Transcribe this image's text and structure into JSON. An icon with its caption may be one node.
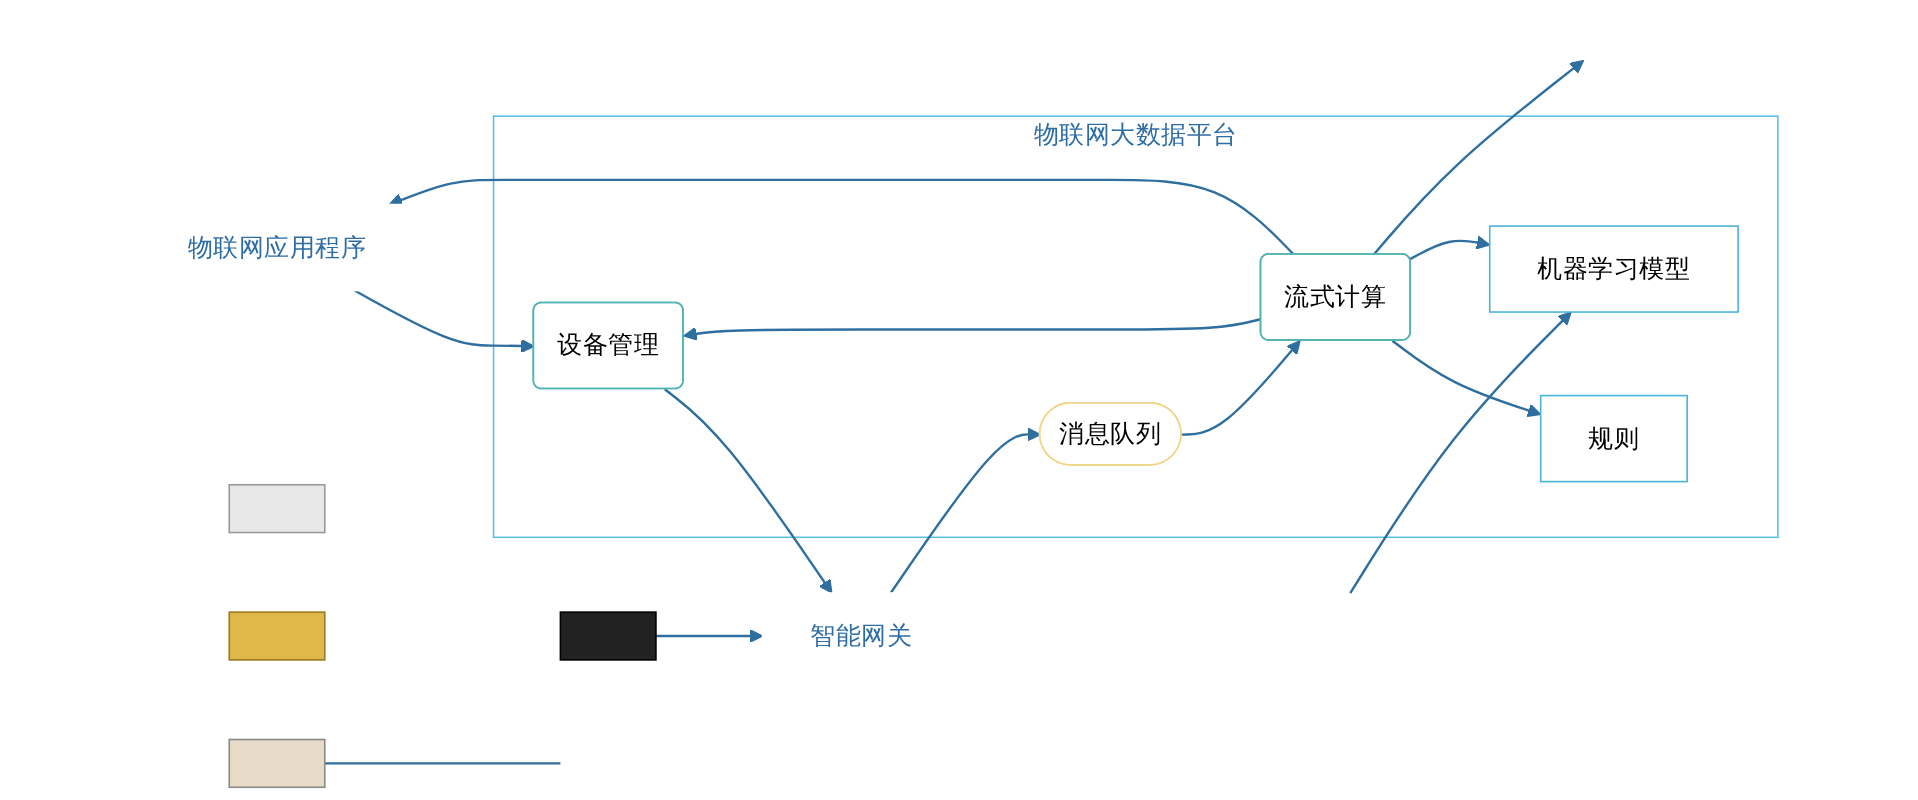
{
  "diagram": {
    "nodes": [
      {
        "text": [
          "物联网应用程序"
        ]
      },
      {
        "text": [],
        "shape": "box"
      },
      {
        "text": [],
        "shape": "box"
      },
      {
        "text": [],
        "shape": "box"
      },
      {
        "text": [],
        "shape": "box"
      },
      {
        "text": [
          "智能网关"
        ]
      },
      {
        "text": [
          "物联网大数据平台"
        ]
      },
      {
        "text": [
          "设备管理"
        ],
        "in": 6
      },
      {
        "text": [
          "规则"
        ],
        "in": 6
      },
      {
        "text": [
          "流式计算"
        ],
        "in": 6
      },
      {
        "text": [
          "机器学习模型"
        ],
        "in": 6
      },
      {
        "text": [
          "消息队列"
        ],
        "in": 6
      }
    ],
    "edges": [
      {
        "from": 0,
        "to": 7,
        "arrow": "to"
      },
      {
        "from": 9,
        "to": 0,
        "arrow": "to"
      },
      {
        "from": 9,
        "to": 7,
        "arrow": "to"
      },
      {
        "from": 9,
        "to": 8,
        "arrow": "to"
      },
      {
        "from": 9,
        "to": 10,
        "arrow": "to"
      },
      {
        "from": 7,
        "to": 5,
        "arrow": "to"
      },
      {
        "from": 5,
        "to": 11,
        "arrow": "to"
      },
      {
        "from": 11,
        "to": 9,
        "arrow": "to"
      },
      {
        "from": 3,
        "to": 5,
        "arrow": "to"
      },
      {
        "from": 9,
        "to": null,
        "arrow": "to"
      },
      {
        "from": null,
        "to": 10,
        "arrow": "to"
      },
      {
        "from": 4,
        "to": null,
        "arrow": "none"
      }
    ]
  }
}
